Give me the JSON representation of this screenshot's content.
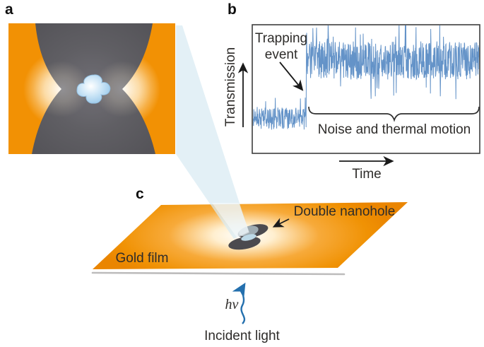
{
  "figure": {
    "panels": {
      "a": {
        "label": "a"
      },
      "b": {
        "label": "b",
        "y_axis_label": "Transmission",
        "x_axis_label": "Time",
        "trapping_annotation": "Trapping event",
        "noise_annotation": "Noise and thermal motion",
        "trace": {
          "seed": 11,
          "dx": 0.4,
          "step_fraction": 0.235,
          "baseline_level": 0.27,
          "trapped_level": 0.725,
          "baseline_noise": 0.085,
          "trapped_noise": 0.15,
          "spike_chance": 0.08,
          "spike_gain": 2.1
        }
      },
      "c": {
        "label": "c",
        "film_label": "Gold film",
        "nanohole_label": "Double nanohole",
        "photon_label": "hν",
        "incident_label": "Incident light"
      }
    },
    "colors": {
      "gold": "#f29104",
      "gold_edge": "#ee8a00",
      "dark_gray": "#5d5c61",
      "trace_blue": "#6493c8",
      "beam_blue": "#d8eaf3",
      "arrow_blue": "#2470ae",
      "ink": "#2e2c2a",
      "shadow_gray": "#bdbcbc"
    },
    "chart_data": {
      "type": "line",
      "title": "",
      "xlabel": "Time",
      "ylabel": "Transmission",
      "description": "Schematic noisy transmission trace: baseline noise at low level for first ~24% of time axis, abrupt step up at trapping event, then higher mean level with larger fluctuations (noise and thermal motion). Axes unlabeled (arbitrary units).",
      "series": [
        {
          "name": "transmission",
          "segments": [
            {
              "x_range_fraction": [
                0.0,
                0.235
              ],
              "mean_level_fraction": 0.27,
              "noise_halfwidth_fraction": 0.085
            },
            {
              "x_range_fraction": [
                0.235,
                1.0
              ],
              "mean_level_fraction": 0.725,
              "noise_halfwidth_fraction": 0.15
            }
          ]
        }
      ],
      "annotations": [
        "Trapping event",
        "Noise and thermal motion"
      ],
      "grid": false,
      "legend": false
    }
  }
}
